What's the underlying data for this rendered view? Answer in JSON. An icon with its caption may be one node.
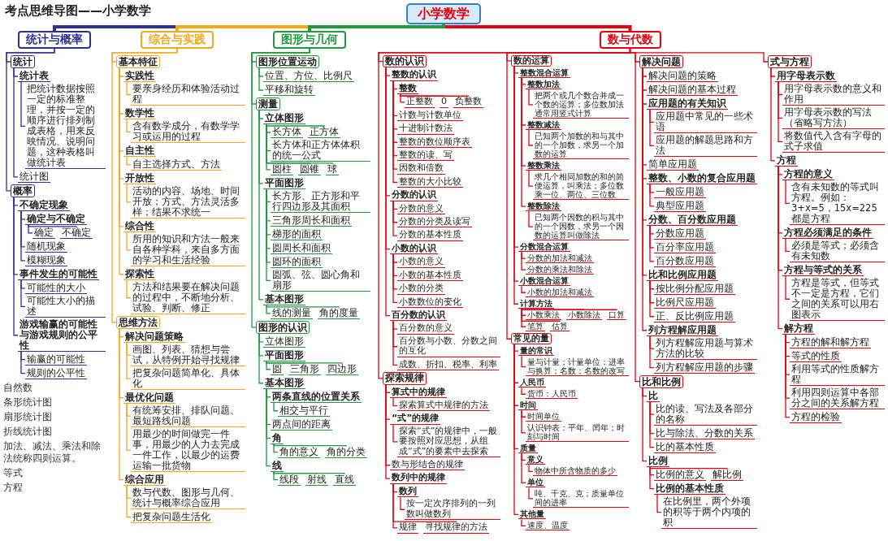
{
  "diagram": {
    "title": "考点思维导图——小学数学",
    "nodes": [
      {
        "text": [
          "小学数学"
        ]
      },
      {
        "text": [
          "统计与概率"
        ]
      },
      {
        "text": [
          "统计"
        ]
      },
      {
        "text": [
          "统计表"
        ]
      },
      {
        "text": [
          "把统计数据按照一定的标准整理，并按一定的顺序进行排列制成表格，用来反映情况、说明问题，这种表格叫做统计表"
        ]
      },
      {
        "text": [
          "统计图"
        ]
      },
      {
        "text": [
          "概率"
        ]
      },
      {
        "text": [
          "不确定现象"
        ]
      },
      {
        "text": [
          "确定与不确定"
        ]
      },
      {
        "text": [
          "确定"
        ]
      },
      {
        "text": [
          "不确定"
        ]
      },
      {
        "text": [
          "随机现象"
        ]
      },
      {
        "text": [
          "模糊现象"
        ]
      },
      {
        "text": [
          "事件发生的可能性"
        ]
      },
      {
        "text": [
          "可能性的大小"
        ]
      },
      {
        "text": [
          "可能性大小的描述"
        ]
      },
      {
        "text": [
          "游戏输赢的可能性与游戏规则的公平性"
        ]
      },
      {
        "text": [
          "输赢的可能性"
        ]
      },
      {
        "text": [
          "规则的公平性"
        ]
      },
      {
        "text": [
          "综合与实践"
        ]
      },
      {
        "text": [
          "基本特征"
        ]
      },
      {
        "text": [
          "实践性"
        ]
      },
      {
        "text": [
          "要亲身经历和体验活动过程"
        ]
      },
      {
        "text": [
          "数学性"
        ]
      },
      {
        "text": [
          "含有数学成分，有数学学习或运用的过程"
        ]
      },
      {
        "text": [
          "自主性"
        ]
      },
      {
        "text": [
          "自主选择方式、方法"
        ]
      },
      {
        "text": [
          "开放性"
        ]
      },
      {
        "text": [
          "活动的内容、场地、时间开放；方式、方法灵活多样；结果不求统一"
        ]
      },
      {
        "text": [
          "综合性"
        ]
      },
      {
        "text": [
          "所用的知识和方法一般来自各种学科，来自多方面的学习和生活经验"
        ]
      },
      {
        "text": [
          "探索性"
        ]
      },
      {
        "text": [
          "方法和结果要在解决问题的过程中，不断地分析、试验、判断、修正"
        ]
      },
      {
        "text": [
          "思维方法"
        ]
      },
      {
        "text": [
          "解决问题策略"
        ]
      },
      {
        "text": [
          "画图、列表、猜想与尝试，从特例开始寻找规律"
        ]
      },
      {
        "text": [
          "把复杂问题简单化、具体化"
        ]
      },
      {
        "text": [
          "最优化问题"
        ]
      },
      {
        "text": [
          "有统筹安排、排队问题、最短路线问题"
        ]
      },
      {
        "text": [
          "用最少的时间做完一件事，用最少的人力去完成一件工作，以最少的运费运输一批货物"
        ]
      },
      {
        "text": [
          "综合应用"
        ]
      },
      {
        "text": [
          "数与代数、图形与几何、统计与概率综合应用"
        ]
      },
      {
        "text": [
          "把复杂问题生活化"
        ]
      },
      {
        "text": [
          "数与代数"
        ]
      },
      {
        "text": [
          "数的认识"
        ]
      },
      {
        "text": [
          "整数的认识"
        ]
      },
      {
        "text": [
          "整数"
        ]
      },
      {
        "text": [
          "正整数"
        ]
      },
      {
        "text": [
          "0"
        ]
      },
      {
        "text": [
          "负整数"
        ]
      },
      {
        "text": [
          "计数与计数单位"
        ]
      },
      {
        "text": [
          "十进制计数法"
        ]
      },
      {
        "text": [
          "整数的数位顺序表"
        ]
      },
      {
        "text": [
          "整数的读、写"
        ]
      },
      {
        "text": [
          "因数和倍数"
        ]
      },
      {
        "text": [
          "整数的大小比较"
        ]
      },
      {
        "text": [
          "分数的认识"
        ]
      },
      {
        "text": [
          "分数的意义"
        ]
      },
      {
        "text": [
          "分数的分类及读写"
        ]
      },
      {
        "text": [
          "分数的基本性质"
        ]
      },
      {
        "text": [
          "小数的认识"
        ]
      },
      {
        "text": [
          "小数的意义"
        ]
      },
      {
        "text": [
          "小数的基本性质"
        ]
      },
      {
        "text": [
          "小数的分类"
        ]
      },
      {
        "text": [
          "小数数位的变化"
        ]
      },
      {
        "text": [
          "百分数的认识"
        ]
      },
      {
        "text": [
          "百分数的意义"
        ]
      },
      {
        "text": [
          "百分数与小数、分数之间的互化"
        ]
      },
      {
        "text": [
          "成数、折扣、税率、利率"
        ]
      },
      {
        "text": [
          "数的运算"
        ]
      },
      {
        "text": [
          "整数混合运算"
        ]
      },
      {
        "text": [
          "整数加法"
        ]
      },
      {
        "text": [
          "把两个或几个数合并成一个数的运算；多位数加法通常用竖式计算"
        ]
      },
      {
        "text": [
          "整数减法"
        ]
      },
      {
        "text": [
          "已知两个加数的和与其中的一个加数，求另一个加数的运算"
        ]
      },
      {
        "text": [
          "整数乘法"
        ]
      },
      {
        "text": [
          "求几个相同加数的和的简便运算，叫乘法；多位数乘一位、两位、三位数"
        ]
      },
      {
        "text": [
          "整数除法"
        ]
      },
      {
        "text": [
          "已知两个因数的积与其中的一个因数，求另一个因数的运算叫做除法"
        ]
      },
      {
        "text": [
          "分数混合运算"
        ]
      },
      {
        "text": [
          "分数的加法和减法"
        ]
      },
      {
        "text": [
          "分数的乘法和除法"
        ]
      },
      {
        "text": [
          "小数混合运算"
        ]
      },
      {
        "text": [
          "小数的加法和减法"
        ]
      },
      {
        "text": [
          "计算方法"
        ]
      },
      {
        "text": [
          "小数乘法"
        ]
      },
      {
        "text": [
          "小数除法"
        ]
      },
      {
        "text": [
          "口算"
        ]
      },
      {
        "text": [
          "笔算"
        ]
      },
      {
        "text": [
          "估算"
        ]
      },
      {
        "text": [
          "常见的量"
        ]
      },
      {
        "text": [
          "量的常识"
        ]
      },
      {
        "text": [
          "量与计量；计量单位；进率与换算；名数；名数的改写"
        ]
      },
      {
        "text": [
          "人民币"
        ]
      },
      {
        "text": [
          "货币：人民币"
        ]
      },
      {
        "text": [
          "时间"
        ]
      },
      {
        "text": [
          "时间单位"
        ]
      },
      {
        "text": [
          "认识钟表：平年、闰年；时刻与时间"
        ]
      },
      {
        "text": [
          "质量"
        ]
      },
      {
        "text": [
          "意义"
        ]
      },
      {
        "text": [
          "物体中所含物质的多少"
        ]
      },
      {
        "text": [
          "单位"
        ]
      },
      {
        "text": [
          "吨、千克、克；质量单位间的进率"
        ]
      },
      {
        "text": [
          "其他量"
        ]
      },
      {
        "text": [
          "速度、温度"
        ]
      },
      {
        "text": [
          "解决问题"
        ]
      },
      {
        "text": [
          "解决问题的策略"
        ]
      },
      {
        "text": [
          "解决问题的基本过程"
        ]
      },
      {
        "text": [
          "应用题的有关知识"
        ]
      },
      {
        "text": [
          "应用题中常见的一些术语"
        ]
      },
      {
        "text": [
          "应用题的解题思路和方法"
        ]
      },
      {
        "text": [
          "简单应用题"
        ]
      },
      {
        "text": [
          "整数、小数的复合应用题"
        ]
      },
      {
        "text": [
          "一般应用题"
        ]
      },
      {
        "text": [
          "典型应用题"
        ]
      },
      {
        "text": [
          "分数、百分数应用题"
        ]
      },
      {
        "text": [
          "分数应用题"
        ]
      },
      {
        "text": [
          "百分率应用题"
        ]
      },
      {
        "text": [
          "百分数应用题"
        ]
      },
      {
        "text": [
          "比和比例应用题"
        ]
      },
      {
        "text": [
          "按比例分配应用题"
        ]
      },
      {
        "text": [
          "比例尺应用题"
        ]
      },
      {
        "text": [
          "正、反比例应用题"
        ]
      },
      {
        "text": [
          "列方程解应用题"
        ]
      },
      {
        "text": [
          "列方程解应用题与算术方法的比较"
        ]
      },
      {
        "text": [
          "列方程解应用题的步骤"
        ]
      },
      {
        "text": [
          "式与方程"
        ]
      },
      {
        "text": [
          "用字母表示数"
        ]
      },
      {
        "text": [
          "用字母表示数的意义和作用"
        ]
      },
      {
        "text": [
          "用字母表示数的写法（省略写方法）"
        ]
      },
      {
        "text": [
          "将数值代入含有字母的式子求值"
        ]
      },
      {
        "text": [
          "方程"
        ]
      },
      {
        "text": [
          "方程的意义"
        ]
      },
      {
        "text": [
          "含有未知数的等式叫方程。例如：3+x=5，15x=225都是方程"
        ]
      },
      {
        "text": [
          "方程必须满足的条件"
        ]
      },
      {
        "text": [
          "必须是等式；必须含有未知数"
        ]
      },
      {
        "text": [
          "方程与等式的关系"
        ]
      },
      {
        "text": [
          "方程是等式，但等式不一定是方程，它们之间的关系可以用右图表示"
        ]
      },
      {
        "text": [
          "解方程"
        ]
      },
      {
        "text": [
          "方程的解和解方程"
        ]
      },
      {
        "text": [
          "等式的性质"
        ]
      },
      {
        "text": [
          "利用等式的性质解方程"
        ]
      },
      {
        "text": [
          "利用四则运算中各部分之间的关系解方程"
        ]
      },
      {
        "text": [
          "方程的检验"
        ]
      },
      {
        "text": [
          "比和比例"
        ]
      },
      {
        "text": [
          "比"
        ]
      },
      {
        "text": [
          "比的读、写法及各部分的名称"
        ]
      },
      {
        "text": [
          "比与除法、分数的关系"
        ]
      },
      {
        "text": [
          "比的基本性质"
        ]
      },
      {
        "text": [
          "比例"
        ]
      },
      {
        "text": [
          "比例的意义"
        ]
      },
      {
        "text": [
          "解比例"
        ]
      },
      {
        "text": [
          "比例的基本性质"
        ]
      },
      {
        "text": [
          "在比例里，两个外项的积等于两个内项的积"
        ]
      },
      {
        "text": [
          "探索规律"
        ]
      },
      {
        "text": [
          "算式中的规律"
        ]
      },
      {
        "text": [
          "探索算式中规律的方法"
        ]
      },
      {
        "text": [
          "“式”的规律"
        ]
      },
      {
        "text": [
          "探索“式”的规律中，一般要按照对应思想，从组成“式”的要素中去探索"
        ]
      },
      {
        "text": [
          "数与形结合的规律"
        ]
      },
      {
        "text": [
          "数列中的规律"
        ]
      },
      {
        "text": [
          "数列"
        ]
      },
      {
        "text": [
          "按一定次序排列的一列数叫做数列"
        ]
      },
      {
        "text": [
          "规律"
        ]
      },
      {
        "text": [
          "寻找规律的方法"
        ]
      },
      {
        "text": [
          "图形与几何"
        ]
      },
      {
        "text": [
          "图形位置运动"
        ]
      },
      {
        "text": [
          "位置、方位、比例尺"
        ]
      },
      {
        "text": [
          "平移和旋转"
        ]
      },
      {
        "text": [
          "测量"
        ]
      },
      {
        "text": [
          "立体图形"
        ]
      },
      {
        "text": [
          "长方体"
        ]
      },
      {
        "text": [
          "正方体"
        ]
      },
      {
        "text": [
          "长方体和正方体体积的统一公式"
        ]
      },
      {
        "text": [
          "圆柱"
        ]
      },
      {
        "text": [
          "圆锥"
        ]
      },
      {
        "text": [
          "球"
        ]
      },
      {
        "text": [
          "平面图形"
        ]
      },
      {
        "text": [
          "长方形、正方形和平行四边形及其面积"
        ]
      },
      {
        "text": [
          "三角形周长和面积"
        ]
      },
      {
        "text": [
          "梯形的面积"
        ]
      },
      {
        "text": [
          "圆周长和面积"
        ]
      },
      {
        "text": [
          "圆环的面积"
        ]
      },
      {
        "text": [
          "圆弧、弦、圆心角和扇形"
        ]
      },
      {
        "text": [
          "基本图形"
        ]
      },
      {
        "text": [
          "线的测量"
        ]
      },
      {
        "text": [
          "角的度量"
        ]
      },
      {
        "text": [
          "图形的认识"
        ]
      },
      {
        "text": [
          "立体图形"
        ]
      },
      {
        "text": [
          "平面图形"
        ]
      },
      {
        "text": [
          "圆"
        ]
      },
      {
        "text": [
          "三角形"
        ]
      },
      {
        "text": [
          "四边形"
        ]
      },
      {
        "text": [
          "基本图形"
        ]
      },
      {
        "text": [
          "两条直线的位置关系"
        ]
      },
      {
        "text": [
          "相交与平行"
        ]
      },
      {
        "text": [
          "两点间的距离"
        ]
      },
      {
        "text": [
          "角"
        ]
      },
      {
        "text": [
          "角的意义"
        ]
      },
      {
        "text": [
          "角的分类"
        ]
      },
      {
        "text": [
          "线"
        ]
      },
      {
        "text": [
          "线段"
        ]
      },
      {
        "text": [
          "射线"
        ]
      },
      {
        "text": [
          "直线"
        ]
      }
    ],
    "edges": [
      {
        "from": 0,
        "to": 1,
        "arrow": "none",
        "style": "thick",
        "color": "#2e3192"
      },
      {
        "from": 1,
        "to": 2,
        "arrow": "none",
        "color": "#2e3192"
      },
      {
        "from": 2,
        "to": 3,
        "arrow": "none",
        "color": "#2e3192"
      },
      {
        "from": 3,
        "to": 4,
        "arrow": "none",
        "color": "#2e3192"
      },
      {
        "from": 2,
        "to": 5,
        "arrow": "none",
        "color": "#2e3192"
      },
      {
        "from": 1,
        "to": 6,
        "arrow": "none",
        "color": "#2e3192"
      },
      {
        "from": 6,
        "to": 7,
        "arrow": "none",
        "color": "#2e3192"
      },
      {
        "from": 7,
        "to": 8,
        "arrow": "none",
        "color": "#2e3192"
      },
      {
        "from": 8,
        "to": 9,
        "arrow": "none",
        "color": "#2e3192"
      },
      {
        "from": 8,
        "to": 10,
        "arrow": "none",
        "color": "#2e3192"
      },
      {
        "from": 7,
        "to": 11,
        "arrow": "none",
        "color": "#2e3192"
      },
      {
        "from": 7,
        "to": 12,
        "arrow": "none",
        "color": "#2e3192"
      },
      {
        "from": 6,
        "to": 13,
        "arrow": "none",
        "color": "#2e3192"
      },
      {
        "from": 13,
        "to": 14,
        "arrow": "none",
        "color": "#2e3192"
      },
      {
        "from": 13,
        "to": 15,
        "arrow": "none",
        "color": "#2e3192"
      },
      {
        "from": 6,
        "to": 16,
        "arrow": "none",
        "color": "#2e3192"
      },
      {
        "from": 16,
        "to": 17,
        "arrow": "none",
        "color": "#2e3192"
      },
      {
        "from": 16,
        "to": 18,
        "arrow": "none",
        "color": "#2e3192"
      },
      {
        "from": 0,
        "to": 19,
        "arrow": "none",
        "style": "thick",
        "color": "#f7a71b"
      },
      {
        "from": 19,
        "to": 20,
        "arrow": "none",
        "color": "#f7a71b"
      },
      {
        "from": 20,
        "to": 21,
        "arrow": "none",
        "color": "#f7a71b"
      },
      {
        "from": 21,
        "to": 22,
        "arrow": "none",
        "color": "#f7a71b"
      },
      {
        "from": 20,
        "to": 23,
        "arrow": "none",
        "color": "#f7a71b"
      },
      {
        "from": 23,
        "to": 24,
        "arrow": "none",
        "color": "#f7a71b"
      },
      {
        "from": 20,
        "to": 25,
        "arrow": "none",
        "color": "#f7a71b"
      },
      {
        "from": 25,
        "to": 26,
        "arrow": "none",
        "color": "#f7a71b"
      },
      {
        "from": 20,
        "to": 27,
        "arrow": "none",
        "color": "#f7a71b"
      },
      {
        "from": 27,
        "to": 28,
        "arrow": "none",
        "color": "#f7a71b"
      },
      {
        "from": 20,
        "to": 29,
        "arrow": "none",
        "color": "#f7a71b"
      },
      {
        "from": 29,
        "to": 30,
        "arrow": "none",
        "color": "#f7a71b"
      },
      {
        "from": 20,
        "to": 31,
        "arrow": "none",
        "color": "#f7a71b"
      },
      {
        "from": 31,
        "to": 32,
        "arrow": "none",
        "color": "#f7a71b"
      },
      {
        "from": 19,
        "to": 33,
        "arrow": "none",
        "color": "#f7a71b"
      },
      {
        "from": 33,
        "to": 34,
        "arrow": "none",
        "color": "#f7a71b"
      },
      {
        "from": 34,
        "to": 35,
        "arrow": "none",
        "color": "#f7a71b"
      },
      {
        "from": 34,
        "to": 36,
        "arrow": "none",
        "color": "#f7a71b"
      },
      {
        "from": 33,
        "to": 37,
        "arrow": "none",
        "color": "#f7a71b"
      },
      {
        "from": 37,
        "to": 38,
        "arrow": "none",
        "color": "#f7a71b"
      },
      {
        "from": 37,
        "to": 39,
        "arrow": "none",
        "color": "#f7a71b"
      },
      {
        "from": 33,
        "to": 40,
        "arrow": "none",
        "color": "#f7a71b"
      },
      {
        "from": 40,
        "to": 41,
        "arrow": "none",
        "color": "#f7a71b"
      },
      {
        "from": 40,
        "to": 42,
        "arrow": "none",
        "color": "#f7a71b"
      },
      {
        "from": 0,
        "to": 43,
        "arrow": "none",
        "style": "thick"
      },
      {
        "from": 43,
        "to": 44,
        "arrow": "none"
      },
      {
        "from": 44,
        "to": 45,
        "arrow": "none"
      },
      {
        "from": 45,
        "to": 46,
        "arrow": "none"
      },
      {
        "from": 46,
        "to": 47,
        "arrow": "none"
      },
      {
        "from": 46,
        "to": 48,
        "arrow": "none"
      },
      {
        "from": 46,
        "to": 49,
        "arrow": "none"
      },
      {
        "from": 45,
        "to": 50,
        "arrow": "none"
      },
      {
        "from": 45,
        "to": 51,
        "arrow": "none"
      },
      {
        "from": 45,
        "to": 52,
        "arrow": "none"
      },
      {
        "from": 45,
        "to": 53,
        "arrow": "none"
      },
      {
        "from": 45,
        "to": 54,
        "arrow": "none"
      },
      {
        "from": 45,
        "to": 55,
        "arrow": "none"
      },
      {
        "from": 44,
        "to": 56,
        "arrow": "none"
      },
      {
        "from": 56,
        "to": 57,
        "arrow": "none"
      },
      {
        "from": 56,
        "to": 58,
        "arrow": "none"
      },
      {
        "from": 56,
        "to": 59,
        "arrow": "none"
      },
      {
        "from": 44,
        "to": 60,
        "arrow": "none"
      },
      {
        "from": 60,
        "to": 61,
        "arrow": "none"
      },
      {
        "from": 60,
        "to": 62,
        "arrow": "none"
      },
      {
        "from": 60,
        "to": 63,
        "arrow": "none"
      },
      {
        "from": 60,
        "to": 64,
        "arrow": "none"
      },
      {
        "from": 44,
        "to": 65,
        "arrow": "none"
      },
      {
        "from": 65,
        "to": 66,
        "arrow": "none"
      },
      {
        "from": 65,
        "to": 67,
        "arrow": "none"
      },
      {
        "from": 65,
        "to": 68,
        "arrow": "none"
      },
      {
        "from": 43,
        "to": 69,
        "arrow": "none"
      },
      {
        "from": 69,
        "to": 70,
        "arrow": "none"
      },
      {
        "from": 70,
        "to": 71,
        "arrow": "none"
      },
      {
        "from": 71,
        "to": 72,
        "arrow": "none"
      },
      {
        "from": 70,
        "to": 73,
        "arrow": "none"
      },
      {
        "from": 73,
        "to": 74,
        "arrow": "none"
      },
      {
        "from": 70,
        "to": 75,
        "arrow": "none"
      },
      {
        "from": 75,
        "to": 76,
        "arrow": "none"
      },
      {
        "from": 70,
        "to": 77,
        "arrow": "none"
      },
      {
        "from": 77,
        "to": 78,
        "arrow": "none"
      },
      {
        "from": 69,
        "to": 79,
        "arrow": "none"
      },
      {
        "from": 79,
        "to": 80,
        "arrow": "none"
      },
      {
        "from": 79,
        "to": 81,
        "arrow": "none"
      },
      {
        "from": 69,
        "to": 82,
        "arrow": "none"
      },
      {
        "from": 82,
        "to": 83,
        "arrow": "none"
      },
      {
        "from": 69,
        "to": 84,
        "arrow": "none"
      },
      {
        "from": 84,
        "to": 85,
        "arrow": "none"
      },
      {
        "from": 84,
        "to": 86,
        "arrow": "none"
      },
      {
        "from": 84,
        "to": 87,
        "arrow": "none"
      },
      {
        "from": 84,
        "to": 88,
        "arrow": "none"
      },
      {
        "from": 84,
        "to": 89,
        "arrow": "none"
      },
      {
        "from": 43,
        "to": 90,
        "arrow": "none"
      },
      {
        "from": 90,
        "to": 91,
        "arrow": "none"
      },
      {
        "from": 91,
        "to": 92,
        "arrow": "none"
      },
      {
        "from": 90,
        "to": 93,
        "arrow": "none"
      },
      {
        "from": 93,
        "to": 94,
        "arrow": "none"
      },
      {
        "from": 90,
        "to": 95,
        "arrow": "none"
      },
      {
        "from": 95,
        "to": 96,
        "arrow": "none"
      },
      {
        "from": 95,
        "to": 97,
        "arrow": "none"
      },
      {
        "from": 90,
        "to": 98,
        "arrow": "none"
      },
      {
        "from": 98,
        "to": 99,
        "arrow": "none"
      },
      {
        "from": 99,
        "to": 100,
        "arrow": "none"
      },
      {
        "from": 98,
        "to": 101,
        "arrow": "none"
      },
      {
        "from": 101,
        "to": 102,
        "arrow": "none"
      },
      {
        "from": 90,
        "to": 103,
        "arrow": "none"
      },
      {
        "from": 103,
        "to": 104,
        "arrow": "none"
      },
      {
        "from": 43,
        "to": 105,
        "arrow": "none"
      },
      {
        "from": 105,
        "to": 106,
        "arrow": "none"
      },
      {
        "from": 105,
        "to": 107,
        "arrow": "none"
      },
      {
        "from": 105,
        "to": 108,
        "arrow": "none"
      },
      {
        "from": 108,
        "to": 109,
        "arrow": "none"
      },
      {
        "from": 108,
        "to": 110,
        "arrow": "none"
      },
      {
        "from": 105,
        "to": 111,
        "arrow": "none"
      },
      {
        "from": 105,
        "to": 112,
        "arrow": "none"
      },
      {
        "from": 112,
        "to": 113,
        "arrow": "none"
      },
      {
        "from": 112,
        "to": 114,
        "arrow": "none"
      },
      {
        "from": 105,
        "to": 115,
        "arrow": "none"
      },
      {
        "from": 115,
        "to": 116,
        "arrow": "none"
      },
      {
        "from": 115,
        "to": 117,
        "arrow": "none"
      },
      {
        "from": 115,
        "to": 118,
        "arrow": "none"
      },
      {
        "from": 105,
        "to": 119,
        "arrow": "none"
      },
      {
        "from": 119,
        "to": 120,
        "arrow": "none"
      },
      {
        "from": 119,
        "to": 121,
        "arrow": "none"
      },
      {
        "from": 119,
        "to": 122,
        "arrow": "none"
      },
      {
        "from": 105,
        "to": 123,
        "arrow": "none"
      },
      {
        "from": 123,
        "to": 124,
        "arrow": "none"
      },
      {
        "from": 123,
        "to": 125,
        "arrow": "none"
      },
      {
        "from": 43,
        "to": 126,
        "arrow": "none"
      },
      {
        "from": 126,
        "to": 127,
        "arrow": "none"
      },
      {
        "from": 127,
        "to": 128,
        "arrow": "none"
      },
      {
        "from": 127,
        "to": 129,
        "arrow": "none"
      },
      {
        "from": 127,
        "to": 130,
        "arrow": "none"
      },
      {
        "from": 126,
        "to": 131,
        "arrow": "none"
      },
      {
        "from": 131,
        "to": 132,
        "arrow": "none"
      },
      {
        "from": 132,
        "to": 133,
        "arrow": "none"
      },
      {
        "from": 131,
        "to": 134,
        "arrow": "none"
      },
      {
        "from": 134,
        "to": 135,
        "arrow": "none"
      },
      {
        "from": 131,
        "to": 136,
        "arrow": "none"
      },
      {
        "from": 136,
        "to": 137,
        "arrow": "none"
      },
      {
        "from": 131,
        "to": 138,
        "arrow": "none"
      },
      {
        "from": 138,
        "to": 139,
        "arrow": "none"
      },
      {
        "from": 138,
        "to": 140,
        "arrow": "none"
      },
      {
        "from": 138,
        "to": 141,
        "arrow": "none"
      },
      {
        "from": 138,
        "to": 142,
        "arrow": "none"
      },
      {
        "from": 138,
        "to": 143,
        "arrow": "none"
      },
      {
        "from": 43,
        "to": 144,
        "arrow": "none"
      },
      {
        "from": 144,
        "to": 145,
        "arrow": "none"
      },
      {
        "from": 145,
        "to": 146,
        "arrow": "none"
      },
      {
        "from": 145,
        "to": 147,
        "arrow": "none"
      },
      {
        "from": 145,
        "to": 148,
        "arrow": "none"
      },
      {
        "from": 144,
        "to": 149,
        "arrow": "none"
      },
      {
        "from": 149,
        "to": 150,
        "arrow": "none"
      },
      {
        "from": 149,
        "to": 151,
        "arrow": "none"
      },
      {
        "from": 149,
        "to": 152,
        "arrow": "none"
      },
      {
        "from": 152,
        "to": 153,
        "arrow": "none"
      },
      {
        "from": 43,
        "to": 154,
        "arrow": "none"
      },
      {
        "from": 154,
        "to": 155,
        "arrow": "none"
      },
      {
        "from": 155,
        "to": 156,
        "arrow": "none"
      },
      {
        "from": 154,
        "to": 157,
        "arrow": "none"
      },
      {
        "from": 157,
        "to": 158,
        "arrow": "none"
      },
      {
        "from": 154,
        "to": 159,
        "arrow": "none"
      },
      {
        "from": 154,
        "to": 160,
        "arrow": "none"
      },
      {
        "from": 160,
        "to": 161,
        "arrow": "none"
      },
      {
        "from": 161,
        "to": 162,
        "arrow": "none"
      },
      {
        "from": 160,
        "to": 163,
        "arrow": "none"
      },
      {
        "from": 160,
        "to": 164,
        "arrow": "none"
      },
      {
        "from": 0,
        "to": 165,
        "arrow": "none",
        "style": "thick",
        "color": "#1e9b3c"
      },
      {
        "from": 165,
        "to": 166,
        "arrow": "none",
        "color": "#1e9b3c"
      },
      {
        "from": 166,
        "to": 167,
        "arrow": "none",
        "color": "#1e9b3c"
      },
      {
        "from": 166,
        "to": 168,
        "arrow": "none",
        "color": "#1e9b3c"
      },
      {
        "from": 165,
        "to": 169,
        "arrow": "none",
        "color": "#1e9b3c"
      },
      {
        "from": 169,
        "to": 170,
        "arrow": "none",
        "color": "#1e9b3c"
      },
      {
        "from": 170,
        "to": 171,
        "arrow": "none",
        "color": "#1e9b3c"
      },
      {
        "from": 170,
        "to": 172,
        "arrow": "none",
        "color": "#1e9b3c"
      },
      {
        "from": 170,
        "to": 173,
        "arrow": "none",
        "color": "#1e9b3c"
      },
      {
        "from": 170,
        "to": 174,
        "arrow": "none",
        "color": "#1e9b3c"
      },
      {
        "from": 170,
        "to": 175,
        "arrow": "none",
        "color": "#1e9b3c"
      },
      {
        "from": 170,
        "to": 176,
        "arrow": "none",
        "color": "#1e9b3c"
      },
      {
        "from": 169,
        "to": 177,
        "arrow": "none",
        "color": "#1e9b3c"
      },
      {
        "from": 177,
        "to": 178,
        "arrow": "none",
        "color": "#1e9b3c"
      },
      {
        "from": 177,
        "to": 179,
        "arrow": "none",
        "color": "#1e9b3c"
      },
      {
        "from": 177,
        "to": 180,
        "arrow": "none",
        "color": "#1e9b3c"
      },
      {
        "from": 177,
        "to": 181,
        "arrow": "none",
        "color": "#1e9b3c"
      },
      {
        "from": 177,
        "to": 182,
        "arrow": "none",
        "color": "#1e9b3c"
      },
      {
        "from": 177,
        "to": 183,
        "arrow": "none",
        "color": "#1e9b3c"
      },
      {
        "from": 169,
        "to": 184,
        "arrow": "none",
        "color": "#1e9b3c"
      },
      {
        "from": 184,
        "to": 185,
        "arrow": "none",
        "color": "#1e9b3c"
      },
      {
        "from": 184,
        "to": 186,
        "arrow": "none",
        "color": "#1e9b3c"
      },
      {
        "from": 165,
        "to": 187,
        "arrow": "none",
        "color": "#1e9b3c"
      },
      {
        "from": 187,
        "to": 188,
        "arrow": "none",
        "color": "#1e9b3c"
      },
      {
        "from": 187,
        "to": 189,
        "arrow": "none",
        "color": "#1e9b3c"
      },
      {
        "from": 189,
        "to": 190,
        "arrow": "none",
        "color": "#1e9b3c"
      },
      {
        "from": 189,
        "to": 191,
        "arrow": "none",
        "color": "#1e9b3c"
      },
      {
        "from": 189,
        "to": 192,
        "arrow": "none",
        "color": "#1e9b3c"
      },
      {
        "from": 187,
        "to": 193,
        "arrow": "none",
        "color": "#1e9b3c"
      },
      {
        "from": 193,
        "to": 194,
        "arrow": "none",
        "color": "#1e9b3c"
      },
      {
        "from": 194,
        "to": 195,
        "arrow": "none",
        "color": "#1e9b3c"
      },
      {
        "from": 193,
        "to": 196,
        "arrow": "none",
        "color": "#1e9b3c"
      },
      {
        "from": 193,
        "to": 197,
        "arrow": "none",
        "color": "#1e9b3c"
      },
      {
        "from": 197,
        "to": 198,
        "arrow": "none",
        "color": "#1e9b3c"
      },
      {
        "from": 197,
        "to": 199,
        "arrow": "none",
        "color": "#1e9b3c"
      },
      {
        "from": 193,
        "to": 200,
        "arrow": "none",
        "color": "#1e9b3c"
      },
      {
        "from": 200,
        "to": 201,
        "arrow": "none",
        "color": "#1e9b3c"
      },
      {
        "from": 200,
        "to": 202,
        "arrow": "none",
        "color": "#1e9b3c"
      },
      {
        "from": 200,
        "to": 203,
        "arrow": "none",
        "color": "#1e9b3c"
      }
    ],
    "labels": [
      "自然数",
      "条形统计图",
      "扇形统计图",
      "折线统计图",
      "加法、减法、乘法和除法统称四则运算。",
      "等式",
      "方程"
    ]
  }
}
